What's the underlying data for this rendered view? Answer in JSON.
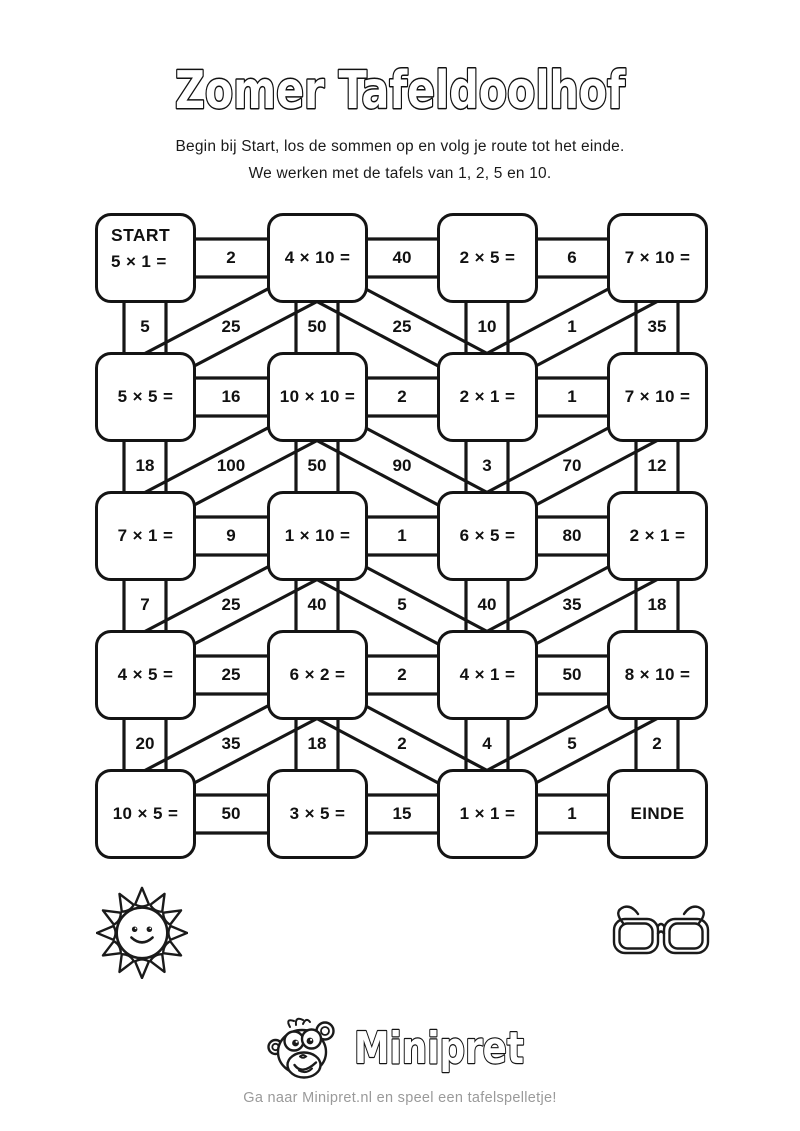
{
  "header": {
    "title": "Zomer Tafeldoolhof",
    "instruction_line1": "Begin bij Start, los de sommen op en volg je route tot het einde.",
    "instruction_line2": "We werken met de tafels van 1, 2, 5 en 10."
  },
  "maze": {
    "rows": [
      {
        "boxes": [
          {
            "tag": "START",
            "label": "5 × 1 ="
          },
          {
            "label": "4 × 10 ="
          },
          {
            "label": "2 × 5 ="
          },
          {
            "label": "7 × 10 ="
          }
        ],
        "h_labels": [
          "2",
          "40",
          "6"
        ]
      },
      {
        "boxes": [
          {
            "label": "5 × 5 ="
          },
          {
            "label": "10 × 10 ="
          },
          {
            "label": "2 × 1 ="
          },
          {
            "label": "7 × 10 ="
          }
        ],
        "h_labels": [
          "16",
          "2",
          "1"
        ]
      },
      {
        "boxes": [
          {
            "label": "7 × 1 ="
          },
          {
            "label": "1 × 10 ="
          },
          {
            "label": "6 × 5 ="
          },
          {
            "label": "2 × 1 ="
          }
        ],
        "h_labels": [
          "9",
          "1",
          "80"
        ]
      },
      {
        "boxes": [
          {
            "label": "4 × 5 ="
          },
          {
            "label": "6 × 2 ="
          },
          {
            "label": "4 × 1 ="
          },
          {
            "label": "8 × 10 ="
          }
        ],
        "h_labels": [
          "25",
          "2",
          "50"
        ]
      },
      {
        "boxes": [
          {
            "label": "10 × 5 ="
          },
          {
            "label": "3 × 5 ="
          },
          {
            "label": "1 × 1 ="
          },
          {
            "label": "EINDE"
          }
        ],
        "h_labels": [
          "50",
          "15",
          "1"
        ]
      }
    ],
    "gaps": [
      {
        "labels": [
          "5",
          "25",
          "50",
          "25",
          "10",
          "1",
          "35"
        ]
      },
      {
        "labels": [
          "18",
          "100",
          "50",
          "90",
          "3",
          "70",
          "12"
        ]
      },
      {
        "labels": [
          "7",
          "25",
          "40",
          "5",
          "40",
          "35",
          "18"
        ]
      },
      {
        "labels": [
          "20",
          "35",
          "18",
          "2",
          "4",
          "5",
          "2"
        ]
      }
    ]
  },
  "icons": {
    "left_decoration": "sun-icon",
    "right_decoration": "sunglasses-icon",
    "logo_icon": "monkey-icon"
  },
  "logo": {
    "text": "Minipret"
  },
  "footer": {
    "text": "Ga naar Minipret.nl en speel een tafelspelletje!"
  }
}
